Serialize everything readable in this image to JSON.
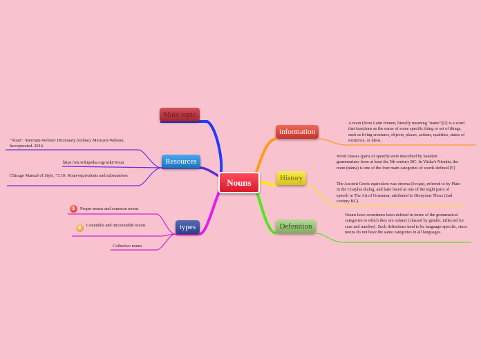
{
  "central": {
    "label": "Nouns"
  },
  "topics": {
    "main_topic": "Main topic",
    "resources": "Resources",
    "types": "types",
    "information": "information",
    "history": "History",
    "defenition": "Defenition"
  },
  "resources_items": [
    "\"Noun\". Merriam-Webster Dictionary (online). Merriam-Webster, Incorporated. 2014.",
    "https://en.wikipedia.org/wiki/Noun",
    "Chicago Manual of Style, \"5.10: Noun-equivalents and substantives"
  ],
  "types_items": [
    {
      "badge": "1",
      "text": "Proper nouns and common nouns"
    },
    {
      "badge": "2",
      "text": "Countable and uncountable nouns"
    },
    {
      "badge": "",
      "text": "Collective nouns"
    }
  ],
  "information_text": "A noun (from Latin nōmen, literally meaning \"name\")[1] is a word that functions as the name of some specific thing or set of things, such as living creatures, objects, places, actions, qualities, states of existence, or ideas.",
  "history_text_1": "Word classes (parts of speech) were described by Sanskrit grammarians from at least the 5th century BC. In Yāska's Nirukta, the noun (nāma) is one of the four main categories of words defined.[5]",
  "history_text_2": "The Ancient Greek equivalent was ónoma (ὄνομα), referred to by Plato in the Cratylus dialog, and later listed as one of the eight parts of speech in The Art of Grammar, attributed to Dionysius Thrax (2nd century BC).",
  "defenition_text": "Nouns have sometimes been defined in terms of the grammatical categories to which they are subject (classed by gender, inflected for case and number). Such definitions tend to be language-specific, since nouns do not have the same categories in all languages.",
  "colors": {
    "background": "#f9c2cf",
    "main_topic": "#b83a44",
    "resources": "#2f8ad6",
    "types": "#3a4c9c",
    "information": "#de4c40",
    "history": "#eadb36",
    "defenition": "#9cc47a",
    "branch_blue": "#1f3cff",
    "branch_magenta": "#e21fe8",
    "branch_orange": "#ff9a1a",
    "branch_yellow": "#ffe81a",
    "branch_green": "#4ee81a"
  }
}
